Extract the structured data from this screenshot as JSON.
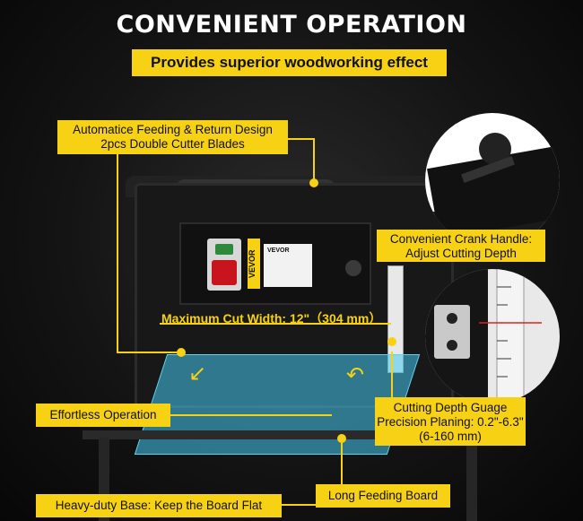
{
  "title": "CONVENIENT OPERATION",
  "subtitle": "Provides superior woodworking effect",
  "labels": {
    "feed_line1": "Automatice Feeding & Return Design",
    "feed_line2": "2pcs Double Cutter Blades",
    "crank_line1": "Convenient Crank Handle:",
    "crank_line2": "Adjust Cutting Depth",
    "effortless": "Effortless Operation",
    "gauge_line1": "Cutting Depth Guage",
    "gauge_line2": "Precision Planing: 0.2\"-6.3\"",
    "gauge_line3": "(6-160 mm)",
    "base": "Heavy-duty Base: Keep the Board Flat",
    "board": "Long Feeding Board"
  },
  "max_cut": "Maximum Cut Width: 12\"（304 mm）",
  "brand": "VEVOR",
  "colors": {
    "accent": "#f7d114",
    "background": "#151515"
  }
}
